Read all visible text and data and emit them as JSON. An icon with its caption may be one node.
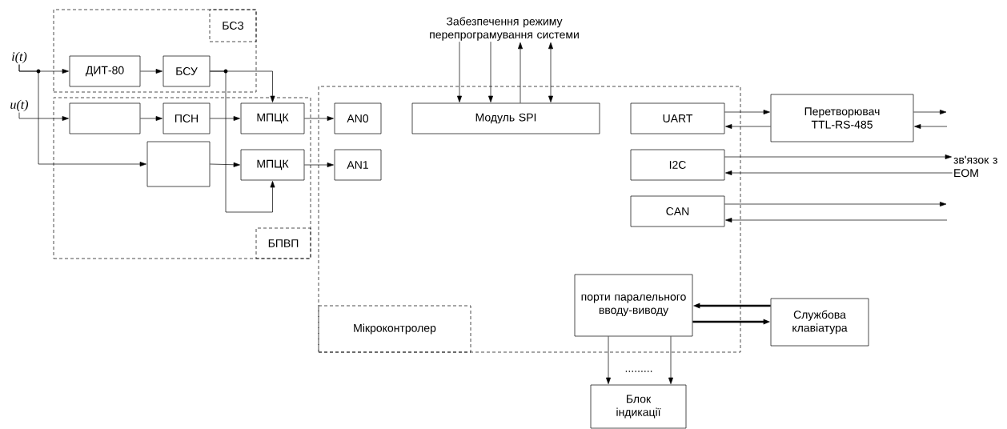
{
  "diagram": {
    "nodes": [
      {
        "text": [],
        "shape": "box"
      },
      {
        "text": [
          "БСЗ"
        ],
        "in": 0
      },
      {
        "text": [
          "ДИТ-80"
        ],
        "in": 0
      },
      {
        "text": [
          "БСУ"
        ],
        "in": 0
      },
      {
        "text": [],
        "shape": "box"
      },
      {
        "text": [],
        "shape": "box",
        "in": 4
      },
      {
        "text": [
          "ПСН"
        ],
        "in": 4
      },
      {
        "text": [
          "МПЦК"
        ],
        "in": 4
      },
      {
        "text": [],
        "shape": "box",
        "in": 4
      },
      {
        "text": [
          "МПЦК"
        ],
        "in": 4
      },
      {
        "text": [
          "БПВП"
        ],
        "in": 4
      },
      {
        "text": [],
        "shape": "box"
      },
      {
        "text": [
          "AN0"
        ],
        "in": 11
      },
      {
        "text": [
          "AN1"
        ],
        "in": 11
      },
      {
        "text": [
          "Модуль SPI"
        ],
        "in": 11
      },
      {
        "text": [
          "UART"
        ],
        "in": 11
      },
      {
        "text": [
          "I2C"
        ],
        "in": 11
      },
      {
        "text": [
          "CAN"
        ],
        "in": 11
      },
      {
        "text": [
          "порти паралельного вводу-виводу"
        ],
        "in": 11
      },
      {
        "text": [
          "Мікроконтролер"
        ],
        "in": 11
      },
      {
        "text": [
          "Перетворювач TTL-RS-485"
        ]
      },
      {
        "text": [
          "Службова клавіатура"
        ]
      },
      {
        "text": [
          "Блок індикації"
        ]
      },
      {
        "text": [
          "i(t)"
        ]
      },
      {
        "text": [
          "u(t)"
        ]
      },
      {
        "text": [
          "Забезпечення режиму перепрограмування системи"
        ]
      },
      {
        "text": [
          "зв'язок з ЕОМ"
        ]
      }
    ],
    "edges": [
      {
        "from": 23,
        "to": 2,
        "arrow": "to"
      },
      {
        "from": 23,
        "to": 8,
        "arrow": "to"
      },
      {
        "from": 24,
        "to": 5,
        "arrow": "to"
      },
      {
        "from": 2,
        "to": 3,
        "arrow": "to"
      },
      {
        "from": 3,
        "to": 7,
        "arrow": "to"
      },
      {
        "from": 3,
        "to": 9,
        "arrow": "to"
      },
      {
        "from": 5,
        "to": 6,
        "arrow": "to"
      },
      {
        "from": 6,
        "to": 7,
        "arrow": "to"
      },
      {
        "from": 8,
        "to": 9,
        "arrow": "to"
      },
      {
        "from": 7,
        "to": 12,
        "arrow": "to"
      },
      {
        "from": 9,
        "to": 13,
        "arrow": "to"
      },
      {
        "from": 25,
        "to": 14,
        "arrow": "to"
      },
      {
        "from": 25,
        "to": 14,
        "arrow": "to"
      },
      {
        "from": 14,
        "to": 25,
        "arrow": "to"
      },
      {
        "from": 25,
        "to": 14,
        "arrow": "both"
      },
      {
        "from": 15,
        "to": 20,
        "arrow": "to"
      },
      {
        "from": 20,
        "to": 15,
        "arrow": "to"
      },
      {
        "from": 20,
        "to": null,
        "arrow": "to"
      },
      {
        "from": null,
        "to": 20,
        "arrow": "to"
      },
      {
        "from": 16,
        "to": 26,
        "arrow": "to"
      },
      {
        "from": 26,
        "to": 16,
        "arrow": "to"
      },
      {
        "from": 17,
        "to": null,
        "arrow": "to"
      },
      {
        "from": null,
        "to": 17,
        "arrow": "to"
      },
      {
        "from": 21,
        "to": 18,
        "arrow": "to",
        "style": "thick"
      },
      {
        "from": 18,
        "to": 21,
        "arrow": "to",
        "style": "thick"
      },
      {
        "from": 18,
        "to": 22,
        "arrow": "to"
      },
      {
        "from": 18,
        "to": 22,
        "arrow": "to"
      }
    ],
    "labels": [
      "........."
    ]
  }
}
